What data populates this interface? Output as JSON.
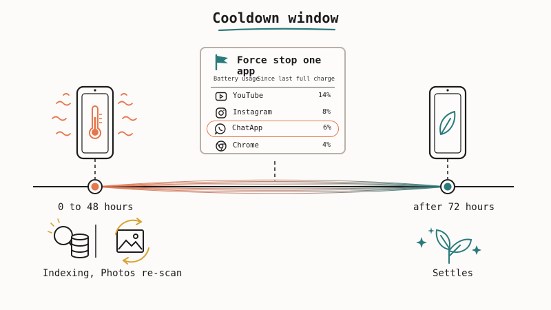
{
  "title": "Cooldown window",
  "colors": {
    "accent": "#e5774f",
    "teal": "#2a7a7b",
    "gold": "#d9a133",
    "ink": "#1c1c1c"
  },
  "card": {
    "title": "Force stop one app",
    "col_left": "Battery usage",
    "col_right": "Since last full charge",
    "apps": [
      {
        "name": "YouTube",
        "pct": "14%",
        "icon": "play-icon",
        "highlighted": false
      },
      {
        "name": "Instagram",
        "pct": "8%",
        "icon": "camera-icon",
        "highlighted": false
      },
      {
        "name": "ChatApp",
        "pct": "6%",
        "icon": "chat-bubble-icon",
        "highlighted": true
      },
      {
        "name": "Chrome",
        "pct": "4%",
        "icon": "chrome-icon",
        "highlighted": false
      }
    ]
  },
  "left": {
    "time": "0 to 48 hours",
    "caption": "Indexing, Photos re-scan",
    "phone_icon": "thermometer-icon"
  },
  "right": {
    "time": "after 72 hours",
    "caption": "Settles",
    "phone_icon": "leaf-icon"
  }
}
